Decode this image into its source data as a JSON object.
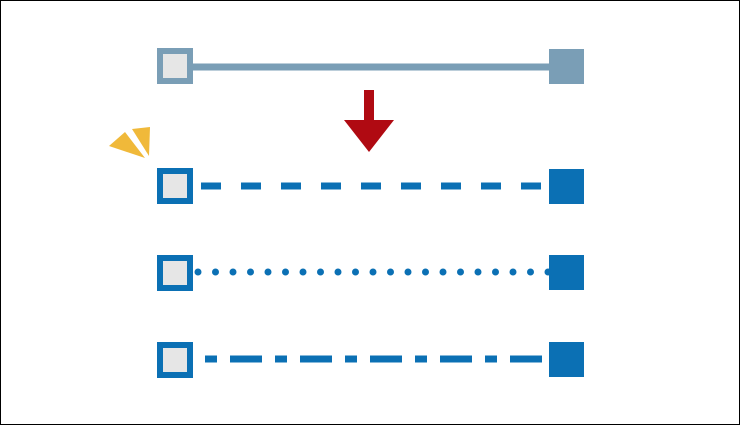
{
  "colors": {
    "original_line": "#7a9eb6",
    "variant_line": "#0b70b4",
    "arrow": "#b00a12",
    "sparkle": "#f0b93a",
    "start_node_fill": "#e6e6e6",
    "border": "#000000"
  },
  "lines": [
    {
      "id": "original",
      "style": "solid"
    },
    {
      "id": "variant-1",
      "style": "dashed"
    },
    {
      "id": "variant-2",
      "style": "dotted"
    },
    {
      "id": "variant-3",
      "style": "dash-dot"
    }
  ],
  "icons": {
    "transform": "arrow-down-icon",
    "highlight": "sparkle-icon"
  }
}
